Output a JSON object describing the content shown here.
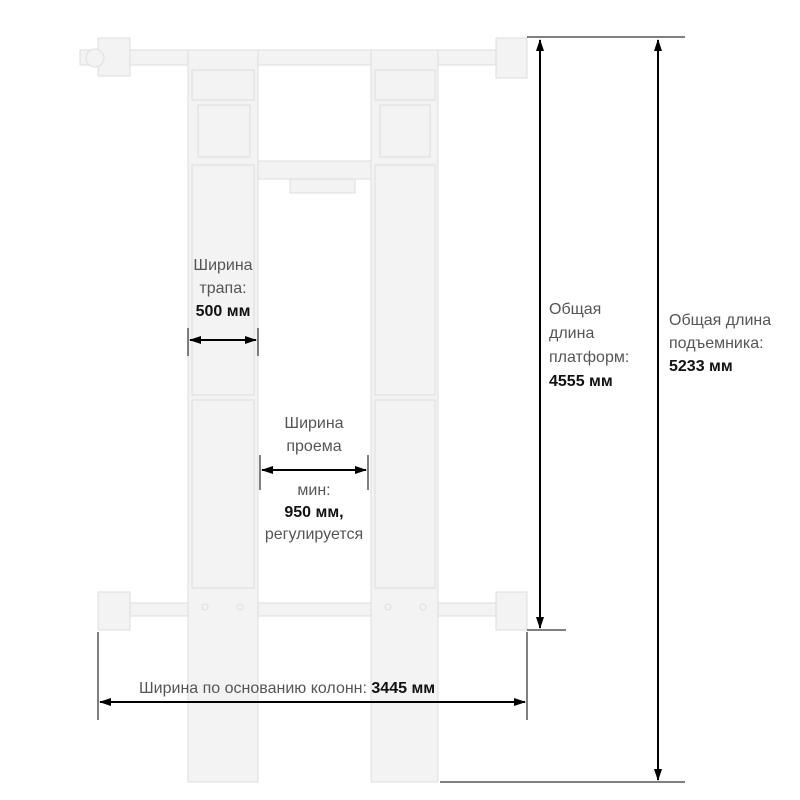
{
  "colors": {
    "structure": "#f2f2f2",
    "structure_edge": "#dcdcdc",
    "dimension_line": "#000000",
    "label_text": "#555555",
    "value_text": "#111111"
  },
  "labels": {
    "ramp_width": {
      "line1": "Ширина",
      "line2": "трапа:",
      "value": "500 мм"
    },
    "opening_width": {
      "line1": "Ширина",
      "line2": "проема",
      "line3": "мин:",
      "value": "950 мм,",
      "note": "регулируется"
    },
    "platform_length": {
      "line1": "Общая",
      "line2": "длина",
      "line3": "платформ:",
      "value": "4555 мм"
    },
    "lift_length": {
      "line1": "Общая длина",
      "line2": "подъемника:",
      "value": "5233 мм"
    },
    "base_width": {
      "text": "Ширина по основанию колонн: ",
      "value": "3445 мм"
    }
  }
}
